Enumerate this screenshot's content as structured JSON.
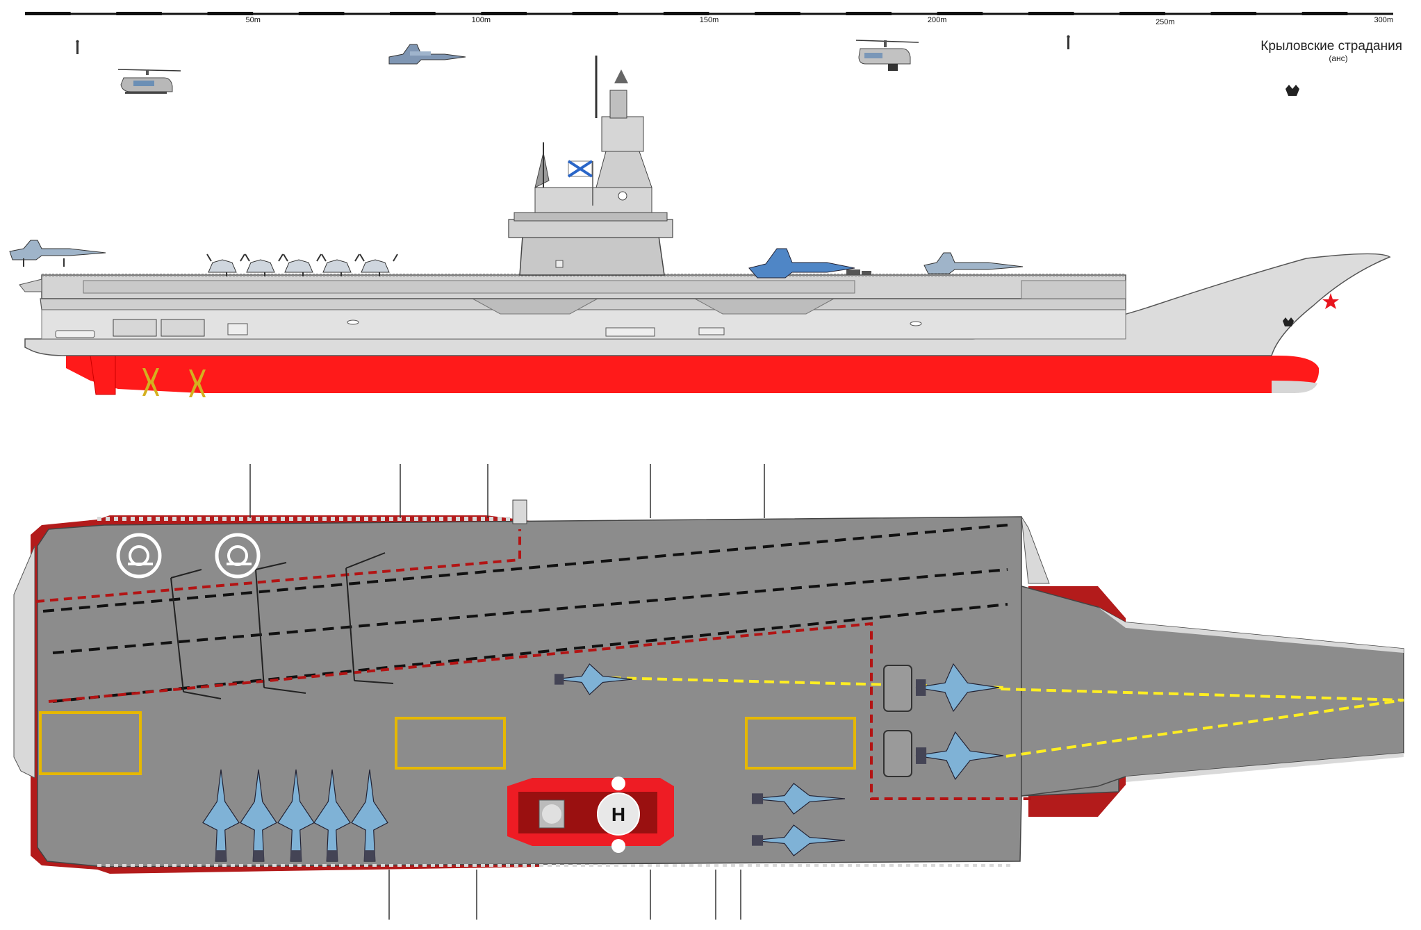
{
  "title": "Крыловские страдания",
  "subtitle": "(анс)",
  "scale": {
    "max_m": 300,
    "ticks": [
      {
        "m": 50,
        "label": "50m"
      },
      {
        "m": 100,
        "label": "100m"
      },
      {
        "m": 150,
        "label": "150m"
      },
      {
        "m": 200,
        "label": "200m"
      },
      {
        "m": 250,
        "label": "250m"
      },
      {
        "m": 300,
        "label": "300m"
      }
    ]
  },
  "colors": {
    "hull_red": "#ff1a1a",
    "hull_grey": "#d9d9d9",
    "deck_grey": "#8c8c8c",
    "deck_edge_red": "#b31b1b",
    "island_grey": "#c8c8c8",
    "line_yellow": "#ffee22",
    "line_red": "#b31414",
    "line_black": "#111111",
    "box_yellow": "#e6b800",
    "jet_blue": "#7fb2d6",
    "star_red": "#e8141e"
  },
  "icons": {
    "side_aircraft": [
      "helicopter-icon",
      "fighter-jet-icon",
      "helicopter-icon",
      "fighter-jet-icon"
    ],
    "deck_aircraft": "fighter-jet-icon",
    "helipad": "helipad-icon",
    "bow_star": "star-icon",
    "flag": "naval-ensign-icon"
  }
}
